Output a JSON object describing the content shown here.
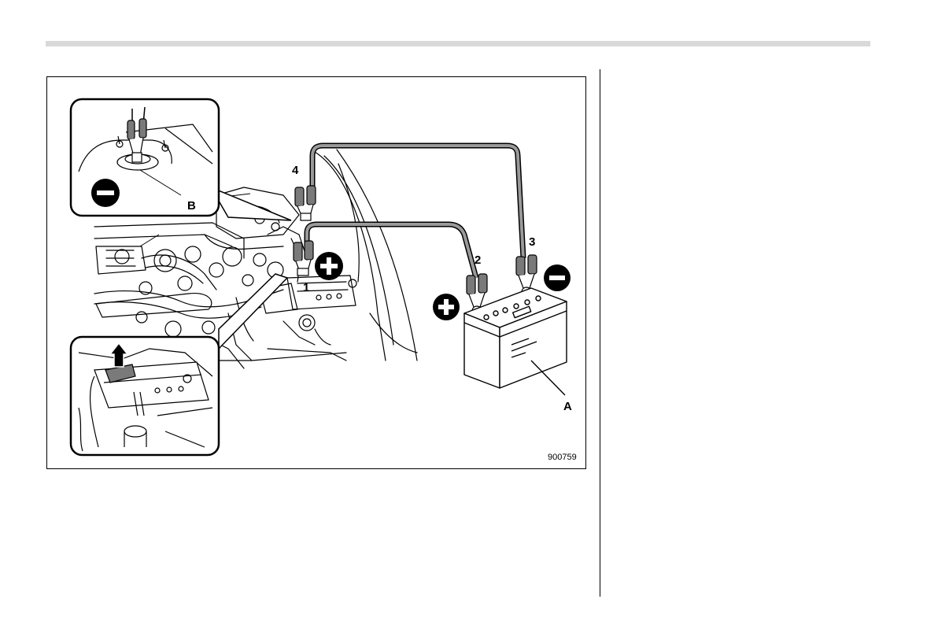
{
  "figure": {
    "id_text": "900759",
    "callouts": {
      "c1": "1",
      "c2": "2",
      "c3": "3",
      "c4": "4",
      "cA": "A",
      "cB": "B"
    },
    "terminal_signs": {
      "positive": "+",
      "negative": "−"
    },
    "colors": {
      "line": "#000000",
      "cable": "#9a9a9a",
      "clamp": "#7a7a7a",
      "header_rule": "#d9d9d9"
    },
    "icons": [
      "plus-circle-icon",
      "minus-circle-icon",
      "arrow-up-icon"
    ]
  }
}
